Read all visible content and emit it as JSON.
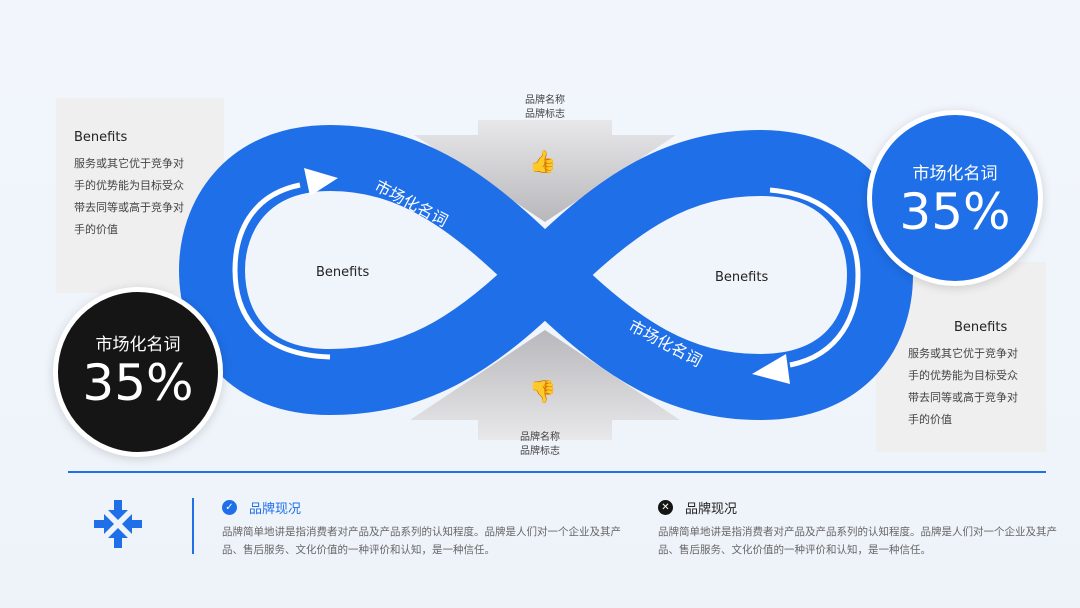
{
  "colors": {
    "accent": "#1f6fe8",
    "dark": "#151515"
  },
  "top_label": {
    "line1": "品牌名称",
    "line2": "品牌标志",
    "icon": "thumbs-up-icon"
  },
  "bottom_label": {
    "line1": "品牌名称",
    "line2": "品牌标志",
    "icon": "thumbs-down-icon"
  },
  "left_card": {
    "title": "Benefits",
    "text": "服务或其它优于竞争对手的优势能为目标受众带去同等或高于竞争对手的价值"
  },
  "right_card": {
    "title": "Benefits",
    "text": "服务或其它优于竞争对手的优势能为目标受众带去同等或高于竞争对手的价值"
  },
  "left_circle": {
    "title": "市场化名词",
    "value": "35%"
  },
  "right_circle": {
    "title": "市场化名词",
    "value": "35%"
  },
  "infinity": {
    "left_loop": "Benefits",
    "right_loop": "Benefits",
    "upper_band": "市场化名词",
    "lower_band": "市场化名词"
  },
  "bottom": {
    "icon": "arrows-converge-icon",
    "item1": {
      "icon": "check-circle-icon",
      "title": "品牌现况",
      "text": "品牌简单地讲是指消费者对产品及产品系列的认知程度。品牌是人们对一个企业及其产品、售后服务、文化价值的一种评价和认知，是一种信任。"
    },
    "item2": {
      "icon": "x-circle-icon",
      "title": "品牌现况",
      "text": "品牌简单地讲是指消费者对产品及产品系列的认知程度。品牌是人们对一个企业及其产品、售后服务、文化价值的一种评价和认知，是一种信任。"
    }
  }
}
